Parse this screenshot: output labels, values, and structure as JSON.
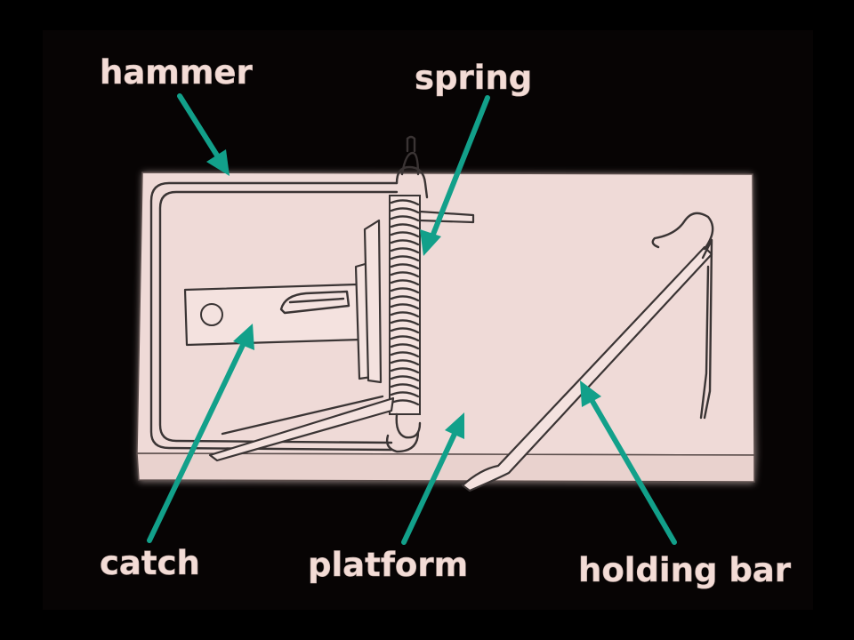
{
  "colors": {
    "background": "#000000",
    "slide": "#000000",
    "platform": "#efd9d6",
    "arrow": "#12a08a",
    "label": "#f3dcd6",
    "wire": "#3a3434"
  },
  "labels": {
    "hammer": "hammer",
    "spring": "spring",
    "catch": "catch",
    "platform": "platform",
    "holding_bar": "holding bar"
  }
}
